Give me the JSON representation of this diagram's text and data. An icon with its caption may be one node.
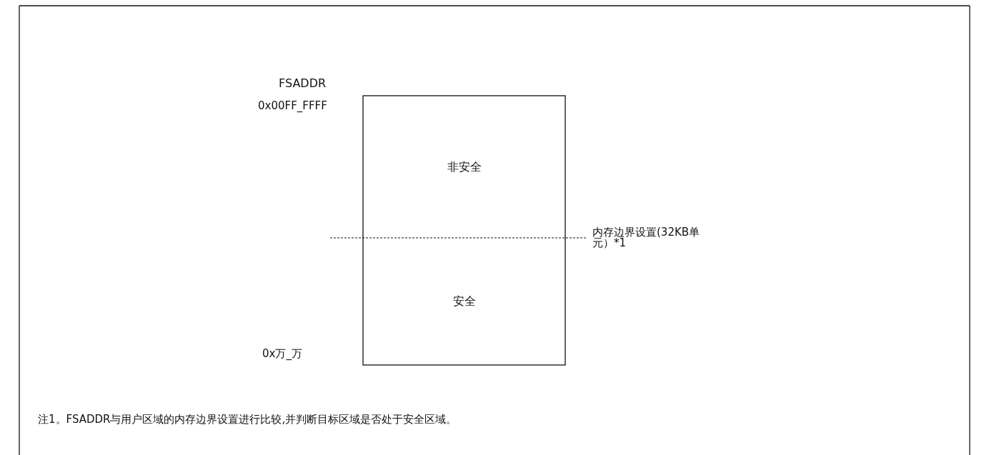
{
  "diagram": {
    "nodes": [
      {
        "text": [
          "非安全"
        ]
      },
      {
        "text": [
          "安全"
        ]
      }
    ],
    "labels": [
      "FSADDR",
      "0x00FF_FFFF",
      "0x万_万",
      "内存边界设置(32KB单元）*1",
      "注1。FSADDR与用户区域的内存边界设置进行比较,并判断目标区域是否处于安全区域。"
    ]
  }
}
